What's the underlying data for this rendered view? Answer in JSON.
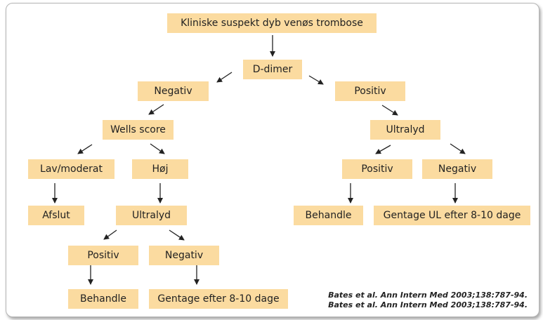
{
  "nodes": {
    "root": "Kliniske suspekt dyb venøs trombose",
    "ddimer": "D-dimer",
    "negativ_left": "Negativ",
    "positiv_right": "Positiv",
    "wells": "Wells score",
    "ultralyd_right": "Ultralyd",
    "lavmoderat": "Lav/moderat",
    "hoj": "Høj",
    "positiv_r2": "Positiv",
    "negativ_r2": "Negativ",
    "afslut": "Afslut",
    "ultralyd_mid": "Ultralyd",
    "behandle_right": "Behandle",
    "gentage_right": "Gentage UL efter 8-10 dage",
    "positiv_mid": "Positiv",
    "negativ_mid": "Negativ",
    "behandle_mid": "Behandle",
    "gentage_mid": "Gentage efter 8-10 dage"
  },
  "citation": {
    "line1": "Bates et al. Ann Intern Med 2003;138:787-94.",
    "line2": "Bates et al. Ann Intern Med 2003;138:787-94."
  },
  "colors": {
    "box": "#fbdba0",
    "arrow": "#222222",
    "border": "#b5b5b5"
  }
}
